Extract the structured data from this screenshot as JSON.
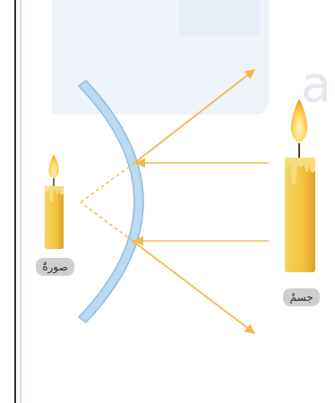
{
  "diagram": {
    "nodes": [
      {
        "text": [
          "صورةٌ"
        ]
      },
      {
        "text": [
          "جسمٌ"
        ]
      }
    ],
    "labels": [
      "a"
    ]
  }
}
